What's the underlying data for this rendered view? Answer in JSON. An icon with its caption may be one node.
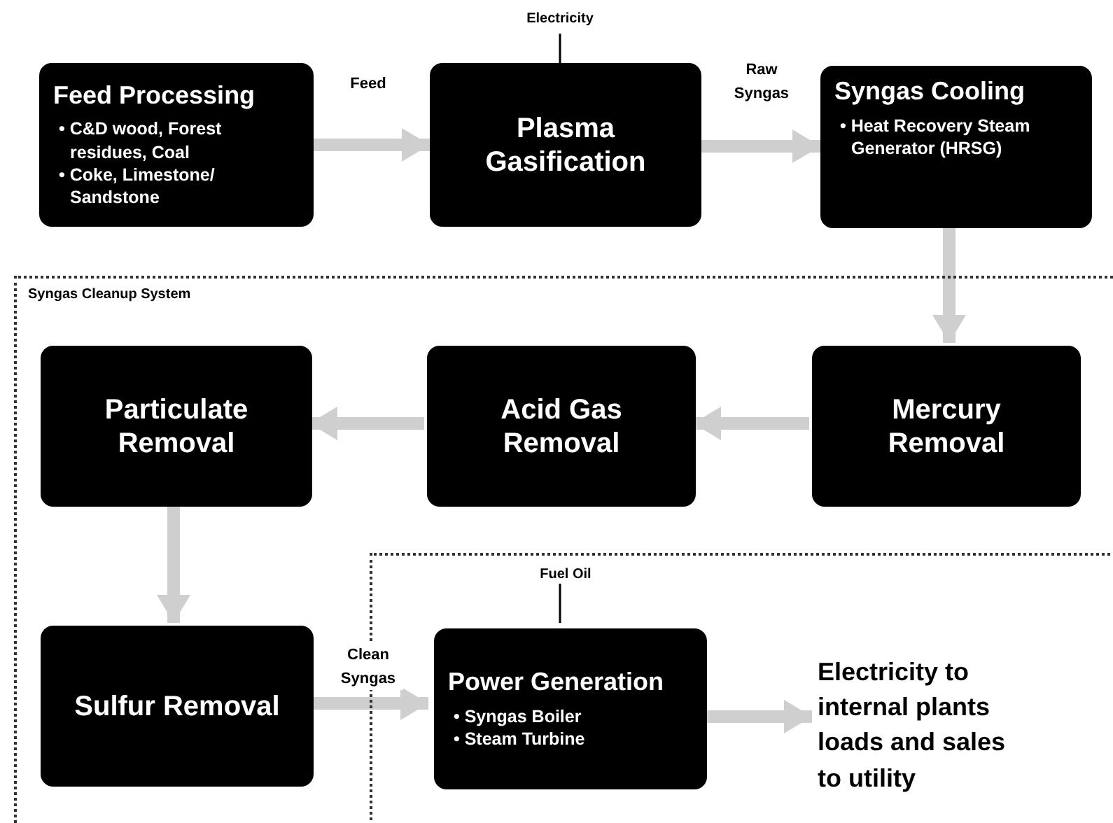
{
  "diagram": {
    "nodes": [
      {
        "text": [
          "Electricity"
        ]
      },
      {
        "text": [
          "Feed Processing",
          "• C&D wood, Forest residues, Coal",
          "• Coke, Limestone/ Sandstone"
        ]
      },
      {
        "text": [
          "Plasma Gasification"
        ]
      },
      {
        "text": [
          "Syngas Cooling",
          "• Heat Recovery Steam Generator (HRSG)"
        ]
      },
      {
        "text": [
          "Syngas Cleanup System"
        ]
      },
      {
        "text": [
          "Particulate Removal"
        ],
        "in": 4
      },
      {
        "text": [
          "Acid Gas Removal"
        ],
        "in": 4
      },
      {
        "text": [
          "Mercury Removal"
        ],
        "in": 4
      },
      {
        "text": [],
        "shape": "box",
        "in": 4
      },
      {
        "text": [
          "Fuel Oil"
        ],
        "in": 8
      },
      {
        "text": [
          "Sulfur Removal"
        ],
        "in": 4
      },
      {
        "text": [
          "Power Generation",
          "• Syngas Boiler",
          "• Steam Turbine"
        ],
        "in": 8
      },
      {
        "text": [
          "Electricity to internal plants loads and sales to utility"
        ],
        "in": 8
      }
    ],
    "edges": [
      {
        "from": 0,
        "to": 2,
        "arrow": "none",
        "color": "#000000"
      },
      {
        "from": 1,
        "to": 2,
        "arrow": "to",
        "label": "Feed"
      },
      {
        "from": 2,
        "to": 3,
        "arrow": "to",
        "label": "Raw Syngas"
      },
      {
        "from": 3,
        "to": 7,
        "arrow": "to"
      },
      {
        "from": 7,
        "to": 6,
        "arrow": "to"
      },
      {
        "from": 6,
        "to": 5,
        "arrow": "to"
      },
      {
        "from": 5,
        "to": 10,
        "arrow": "to"
      },
      {
        "from": 10,
        "to": 11,
        "arrow": "to",
        "label": "Clean Syngas"
      },
      {
        "from": 9,
        "to": 11,
        "arrow": "none",
        "color": "#000000"
      },
      {
        "from": 11,
        "to": 12,
        "arrow": "to"
      }
    ]
  }
}
